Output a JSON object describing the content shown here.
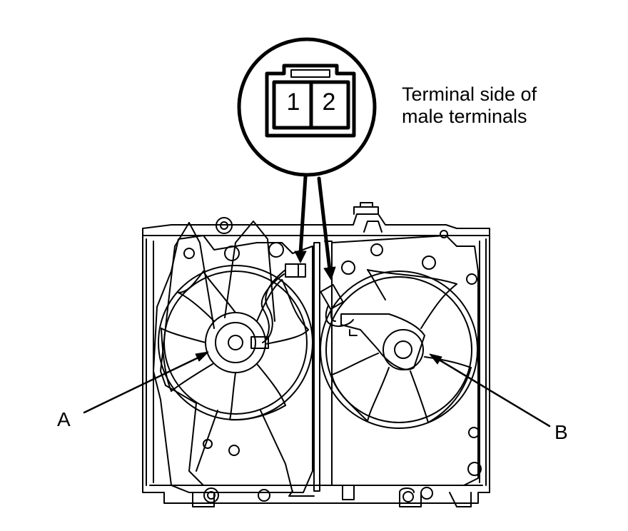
{
  "connector": {
    "pins": [
      "1",
      "2"
    ],
    "caption_line1": "Terminal side of",
    "caption_line2": "male terminals"
  },
  "labels": {
    "a": "A",
    "b": "B"
  },
  "colors": {
    "stroke": "#000000",
    "background": "#ffffff"
  }
}
